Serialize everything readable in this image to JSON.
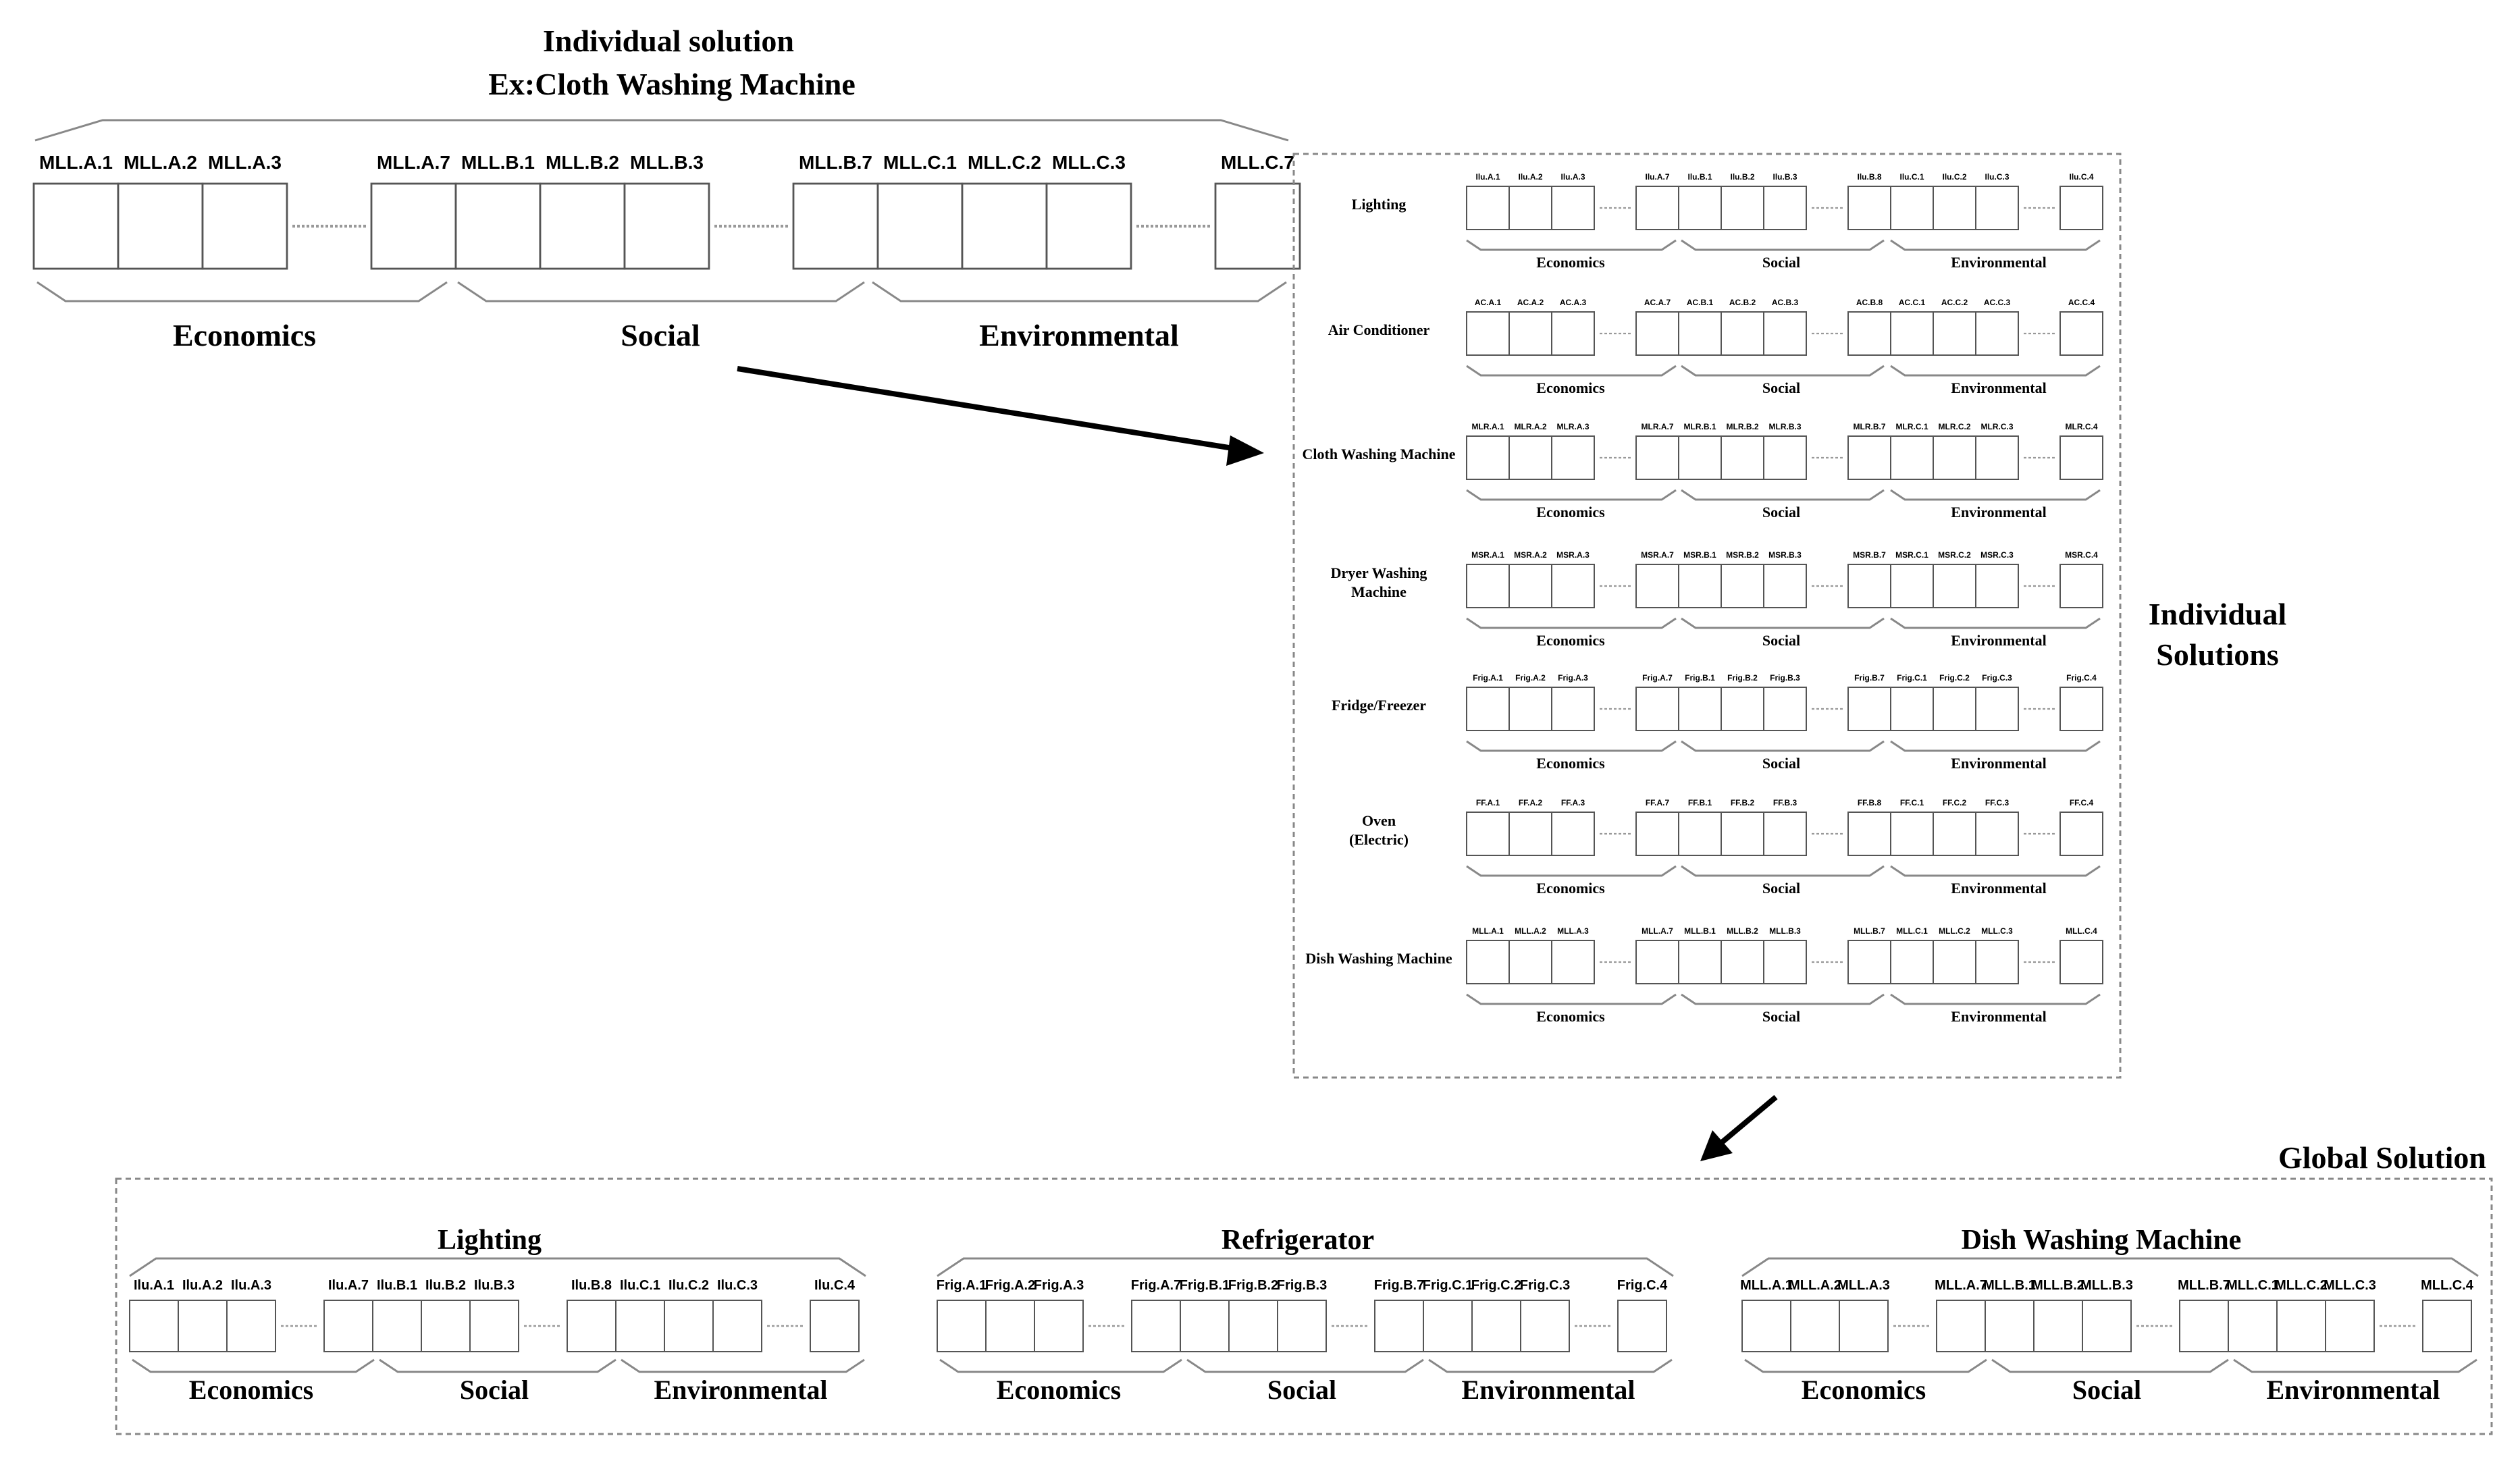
{
  "top": {
    "title_line1": "Individual solution",
    "title_line2": "Ex:Cloth Washing Machine",
    "cells": [
      "MLL.A.1",
      "MLL.A.2",
      "MLL.A.3",
      "MLL.A.7",
      "MLL.B.1",
      "MLL.B.2",
      "MLL.B.3",
      "MLL.B.7",
      "MLL.C.1",
      "MLL.C.2",
      "MLL.C.3",
      "MLL.C.7"
    ],
    "groups": [
      "Economics",
      "Social",
      "Environmental"
    ]
  },
  "individual": {
    "title_line1": "Individual",
    "title_line2": "Solutions",
    "rows": [
      {
        "name": [
          "Lighting"
        ],
        "cells": [
          "Ilu.A.1",
          "Ilu.A.2",
          "Ilu.A.3",
          "Ilu.A.7",
          "Ilu.B.1",
          "Ilu.B.2",
          "Ilu.B.3",
          "Ilu.B.8",
          "Ilu.C.1",
          "Ilu.C.2",
          "Ilu.C.3",
          "Ilu.C.4"
        ]
      },
      {
        "name": [
          "Air Conditioner"
        ],
        "cells": [
          "AC.A.1",
          "AC.A.2",
          "AC.A.3",
          "AC.A.7",
          "AC.B.1",
          "AC.B.2",
          "AC.B.3",
          "AC.B.8",
          "AC.C.1",
          "AC.C.2",
          "AC.C.3",
          "AC.C.4"
        ]
      },
      {
        "name": [
          "Cloth Washing Machine"
        ],
        "cells": [
          "MLR.A.1",
          "MLR.A.2",
          "MLR.A.3",
          "MLR.A.7",
          "MLR.B.1",
          "MLR.B.2",
          "MLR.B.3",
          "MLR.B.7",
          "MLR.C.1",
          "MLR.C.2",
          "MLR.C.3",
          "MLR.C.4"
        ]
      },
      {
        "name": [
          "Dryer Washing",
          "Machine"
        ],
        "cells": [
          "MSR.A.1",
          "MSR.A.2",
          "MSR.A.3",
          "MSR.A.7",
          "MSR.B.1",
          "MSR.B.2",
          "MSR.B.3",
          "MSR.B.7",
          "MSR.C.1",
          "MSR.C.2",
          "MSR.C.3",
          "MSR.C.4"
        ]
      },
      {
        "name": [
          "Fridge/Freezer"
        ],
        "cells": [
          "Frig.A.1",
          "Frig.A.2",
          "Frig.A.3",
          "Frig.A.7",
          "Frig.B.1",
          "Frig.B.2",
          "Frig.B.3",
          "Frig.B.7",
          "Frig.C.1",
          "Frig.C.2",
          "Frig.C.3",
          "Frig.C.4"
        ]
      },
      {
        "name": [
          "Oven",
          "(Electric)"
        ],
        "cells": [
          "FF.A.1",
          "FF.A.2",
          "FF.A.3",
          "FF.A.7",
          "FF.B.1",
          "FF.B.2",
          "FF.B.3",
          "FF.B.8",
          "FF.C.1",
          "FF.C.2",
          "FF.C.3",
          "FF.C.4"
        ]
      },
      {
        "name": [
          "Dish Washing Machine"
        ],
        "cells": [
          "MLL.A.1",
          "MLL.A.2",
          "MLL.A.3",
          "MLL.A.7",
          "MLL.B.1",
          "MLL.B.2",
          "MLL.B.3",
          "MLL.B.7",
          "MLL.C.1",
          "MLL.C.2",
          "MLL.C.3",
          "MLL.C.4"
        ]
      }
    ],
    "groups": [
      "Economics",
      "Social",
      "Environmental"
    ]
  },
  "global": {
    "title": "Global Solution",
    "blocks": [
      {
        "name": "Lighting",
        "cells": [
          "Ilu.A.1",
          "Ilu.A.2",
          "Ilu.A.3",
          "Ilu.A.7",
          "Ilu.B.1",
          "Ilu.B.2",
          "Ilu.B.3",
          "Ilu.B.8",
          "Ilu.C.1",
          "Ilu.C.2",
          "Ilu.C.3",
          "Ilu.C.4"
        ]
      },
      {
        "name": "Refrigerator",
        "cells": [
          "Frig.A.1",
          "Frig.A.2",
          "Frig.A.3",
          "Frig.A.7",
          "Frig.B.1",
          "Frig.B.2",
          "Frig.B.3",
          "Frig.B.7",
          "Frig.C.1",
          "Frig.C.2",
          "Frig.C.3",
          "Frig.C.4"
        ]
      },
      {
        "name": "Dish Washing Machine",
        "cells": [
          "MLL.A.1",
          "MLL.A.2",
          "MLL.A.3",
          "MLL.A.7",
          "MLL.B.1",
          "MLL.B.2",
          "MLL.B.3",
          "MLL.B.7",
          "MLL.C.1",
          "MLL.C.2",
          "MLL.C.3",
          "MLL.C.4"
        ]
      }
    ],
    "groups": [
      "Economics",
      "Social",
      "Environmental"
    ]
  }
}
